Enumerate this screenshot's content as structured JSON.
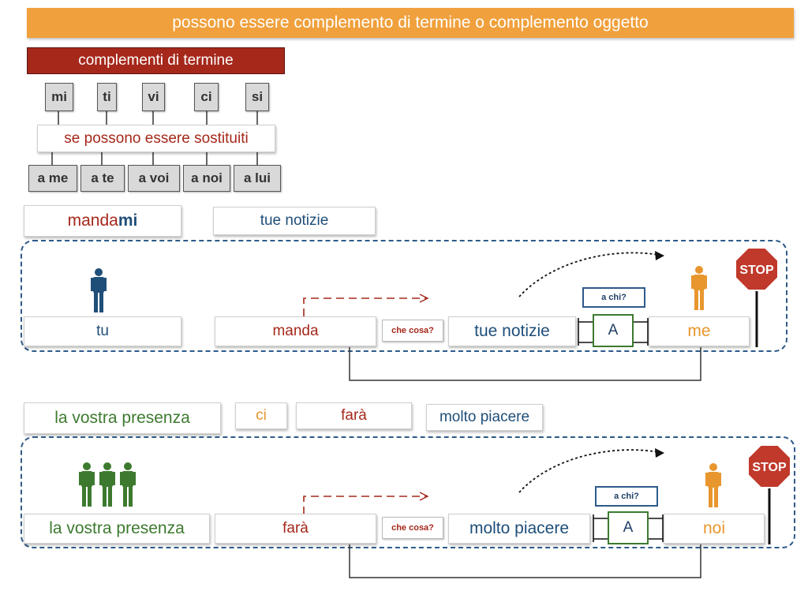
{
  "title": "possono essere complemento di termine o complemento oggetto",
  "termine_header": "complementi di termine",
  "pronouns": [
    "mi",
    "ti",
    "vi",
    "ci",
    "si"
  ],
  "condition": "se possono essere sostituiti",
  "substitutes": [
    "a me",
    "a te",
    "a voi",
    "a noi",
    "a lui"
  ],
  "example1": {
    "sentence_verb": "manda",
    "sentence_pronoun": "mi",
    "sentence_object": "tue notizie",
    "subject": "tu",
    "verb": "manda",
    "question_what": "che cosa?",
    "object": "tue notizie",
    "question_who": "a chi?",
    "a_label": "A",
    "indirect": "me",
    "stop": "STOP"
  },
  "example2": {
    "sentence_subject": "la vostra presenza",
    "sentence_pronoun": "ci",
    "sentence_verb": "farà",
    "sentence_object": "molto piacere",
    "subject": "la vostra presenza",
    "verb": "farà",
    "question_what": "che cosa?",
    "object": "molto piacere",
    "question_who": "a chi?",
    "a_label": "A",
    "indirect": "noi",
    "stop": "STOP"
  },
  "colors": {
    "orange_bar": "#f0a03c",
    "dark_red": "#a5281b",
    "blue": "#1f4e79",
    "green": "#3d7a2f",
    "orange": "#e8962e",
    "stop_red": "#c0392b"
  }
}
